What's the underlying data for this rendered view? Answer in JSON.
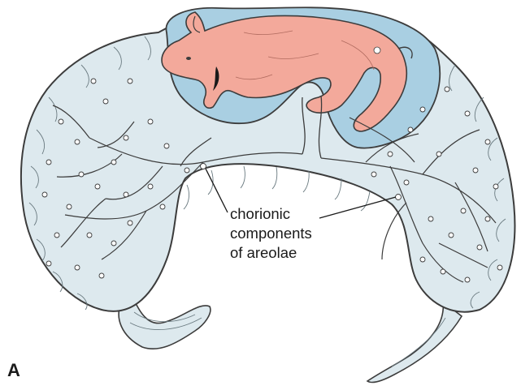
{
  "figure": {
    "panel_letter": "A",
    "callout_lines": [
      "chorionic",
      "components",
      "of areolae"
    ]
  },
  "colors": {
    "chorion_fill": "#dde9ee",
    "amnion_fill": "#a9cfe2",
    "fetus_fill": "#f3a99b",
    "outline": "#3c3c3c",
    "background": "#ffffff"
  },
  "icons": [
    "fetus-illustration",
    "areola-circle-icon",
    "vessel-branch"
  ]
}
